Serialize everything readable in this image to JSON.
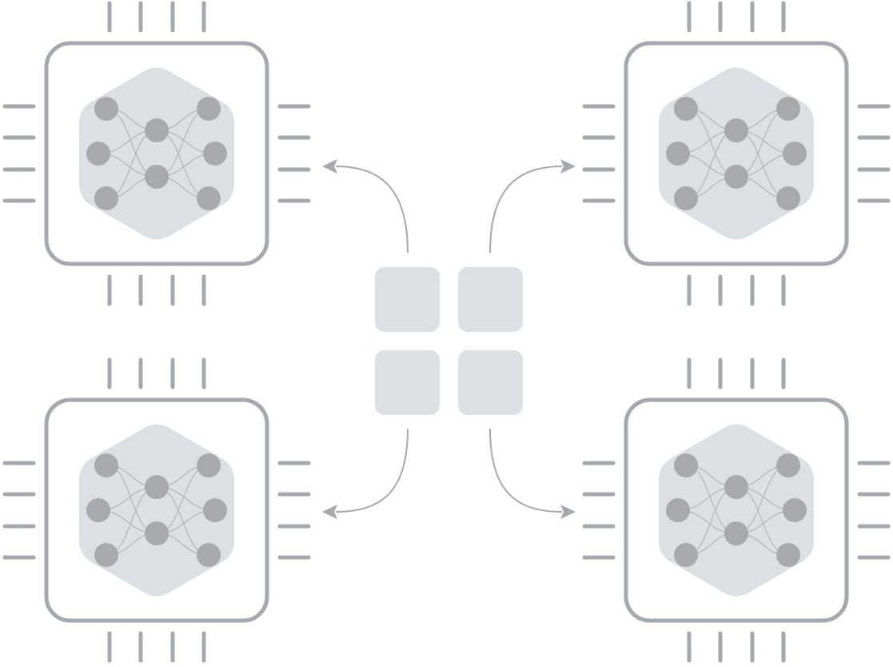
{
  "colors": {
    "outline": "#a5a8ac",
    "hexagon_fill": "#dcdfe4",
    "node": "#a7a9ac",
    "edge": "#b4b6b9",
    "center_tile": "#dcdfe4",
    "arrow": "#a5a8ac",
    "background": "#ffffff"
  },
  "chips": [
    {
      "name": "chip-top-left",
      "icon": "neural-network-icon"
    },
    {
      "name": "chip-top-right",
      "icon": "neural-network-icon"
    },
    {
      "name": "chip-bottom-left",
      "icon": "neural-network-icon"
    },
    {
      "name": "chip-bottom-right",
      "icon": "neural-network-icon"
    }
  ],
  "center": {
    "tiles": 4,
    "icon": "grid-tiles-icon"
  },
  "arrows": [
    {
      "name": "arrow-to-top-left",
      "from": "center",
      "to": "chip-top-left"
    },
    {
      "name": "arrow-to-top-right",
      "from": "center",
      "to": "chip-top-right"
    },
    {
      "name": "arrow-to-bottom-left",
      "from": "center",
      "to": "chip-bottom-left"
    },
    {
      "name": "arrow-to-bottom-right",
      "from": "center",
      "to": "chip-bottom-right"
    }
  ]
}
